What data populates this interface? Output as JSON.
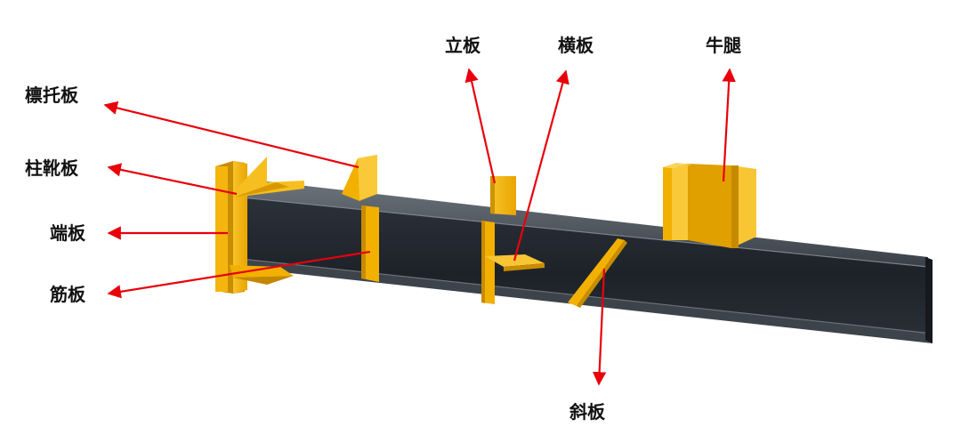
{
  "diagram": {
    "labels": {
      "purlin_plate": "檩托板",
      "column_shoe_plate": "柱靴板",
      "end_plate": "端板",
      "rib_plate": "筋板",
      "vertical_plate": "立板",
      "horizontal_plate": "横板",
      "bracket": "牛腿",
      "diagonal_plate": "斜板"
    },
    "colors": {
      "beam_dark": "#1c2128",
      "beam_mid": "#30363d",
      "beam_light": "#5a6169",
      "plate": "#f2b000",
      "plate_light": "#f8cb3a",
      "plate_dark": "#c68a00",
      "arrow": "#e8000b"
    }
  }
}
